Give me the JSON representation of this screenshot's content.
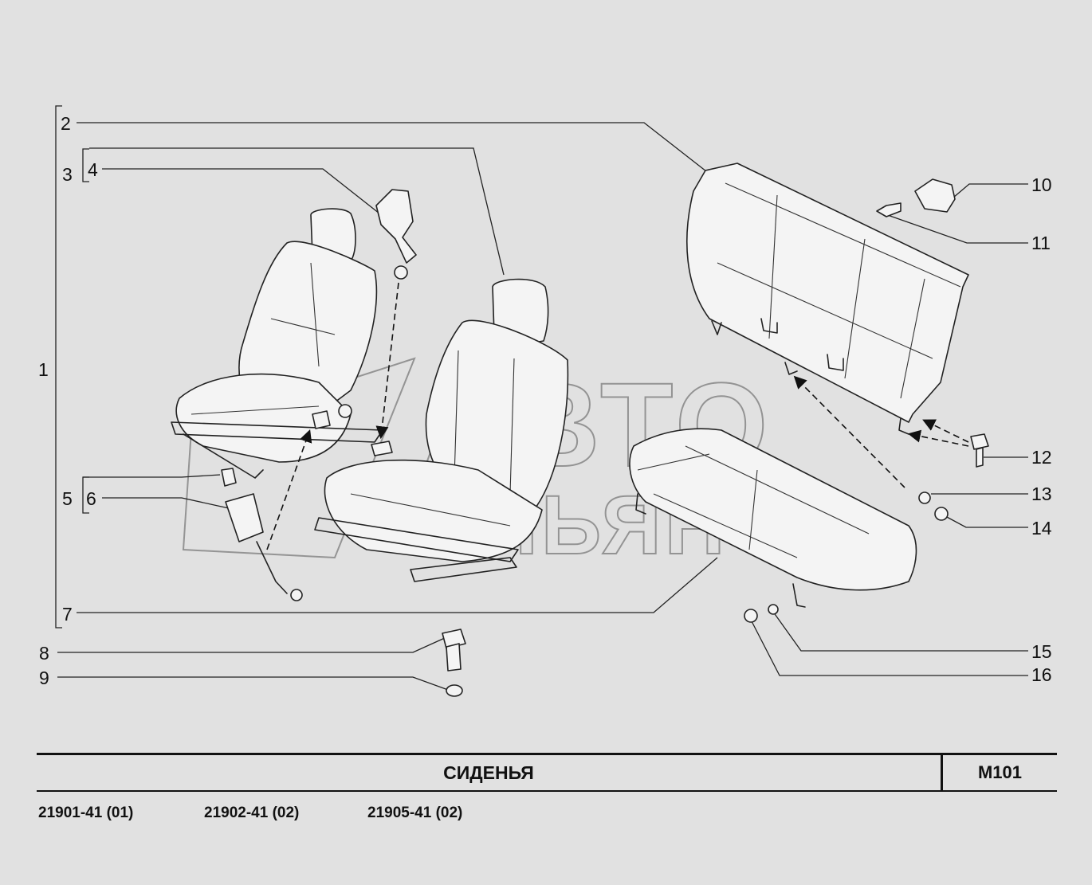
{
  "diagram": {
    "callouts": [
      "1",
      "2",
      "3",
      "4",
      "5",
      "6",
      "7",
      "8",
      "9",
      "10",
      "11",
      "12",
      "13",
      "14",
      "15",
      "16"
    ],
    "watermark": {
      "line1": "АВТО",
      "line2": "АЛЬЯНС"
    }
  },
  "title_block": {
    "title": "СИДЕНЬЯ",
    "code": "M101"
  },
  "applicability": [
    "21901-41 (01)",
    "21902-41 (02)",
    "21905-41 (02)"
  ]
}
